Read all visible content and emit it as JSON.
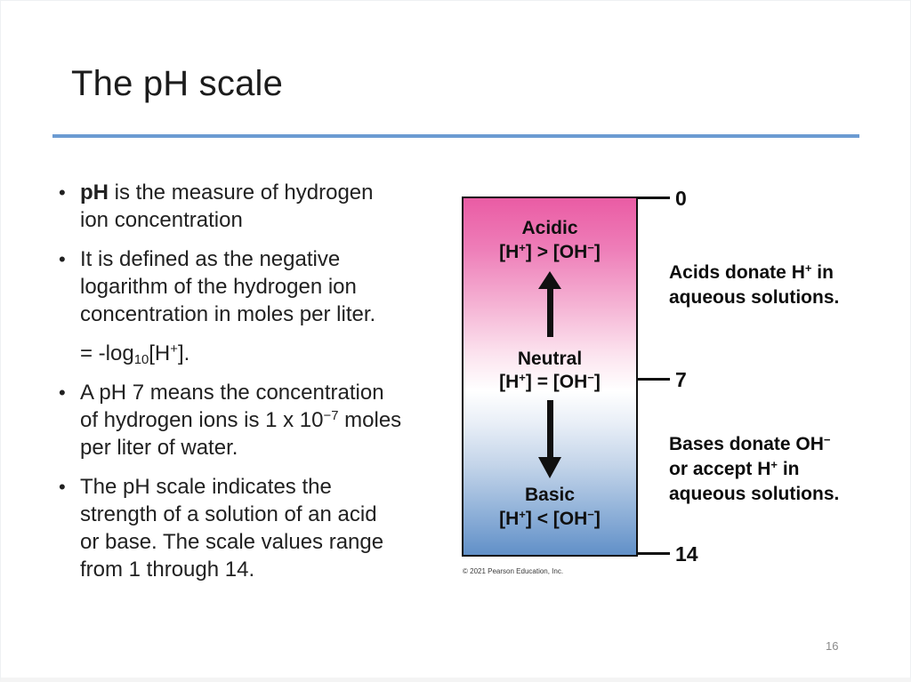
{
  "slide": {
    "title": "The pH scale",
    "page_number": "16",
    "bullet_char": "•"
  },
  "colors": {
    "accent_line": "#6b9bd2",
    "acid_pink": "#ea5ca4",
    "neutral_white": "#ffffff",
    "base_blue": "#6190c8"
  },
  "bullets": {
    "b1": "<b>pH</b> is the measure of hydrogen<br>ion concentration",
    "b2": "It is defined as the negative<br>logarithm of the hydrogen ion<br>concentration in moles per liter.",
    "formula": "= -log<sub>10</sub>[H<sup>+</sup>].",
    "b3": "A pH 7 means the concentration<br>of hydrogen ions is 1 x 10<sup>−7</sup> moles<br>per liter of water.",
    "b4": "The pH scale indicates the<br>strength of a solution of an acid<br>or base. The scale values range<br>from 1 through 14."
  },
  "diagram": {
    "acidic_label": "Acidic",
    "acidic_formula": "[H<sup>+</sup>] &gt; [OH<sup>−</sup>]",
    "neutral_label": "Neutral",
    "neutral_formula": "[H<sup>+</sup>] = [OH<sup>−</sup>]",
    "basic_label": "Basic",
    "basic_formula": "[H<sup>+</sup>] &lt; [OH<sup>−</sup>]",
    "ticks": [
      "0",
      "7",
      "14"
    ],
    "acids_note": "Acids donate H<sup>+</sup> in<br>aqueous solutions.",
    "bases_note": "Bases donate OH<sup>−</sup><br>or accept H<sup>+</sup> in<br>aqueous solutions.",
    "credit": "© 2021 Pearson Education, Inc."
  }
}
